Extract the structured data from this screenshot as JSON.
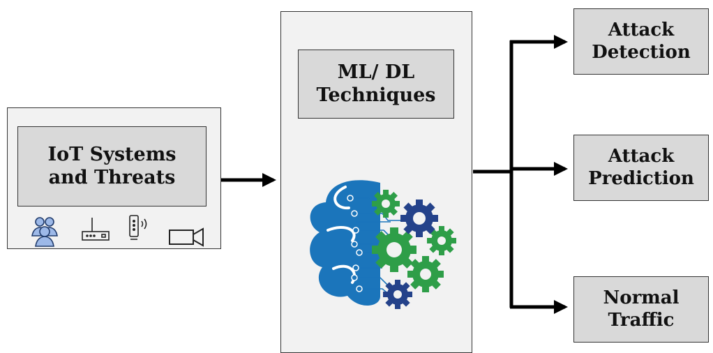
{
  "input": {
    "title_lines": [
      "IoT Systems",
      "and Threats"
    ],
    "icons": [
      "users-icon",
      "router-icon",
      "sensor-icon",
      "camera-icon"
    ]
  },
  "technique": {
    "title_lines": [
      "ML/ DL",
      "Techniques"
    ],
    "illustration": "brain-gears-icon"
  },
  "outputs": [
    {
      "lines": [
        "Attack",
        "Detection"
      ]
    },
    {
      "lines": [
        "Attack",
        "Prediction"
      ]
    },
    {
      "lines": [
        "Normal",
        "Traffic"
      ]
    }
  ],
  "colors": {
    "panel": "#f2f2f2",
    "label": "#d9d9d9",
    "border": "#333333",
    "arrow": "#000000",
    "brain_blue": "#1b75bb",
    "gear_green": "#2e9e48",
    "gear_navy": "#24428a"
  }
}
